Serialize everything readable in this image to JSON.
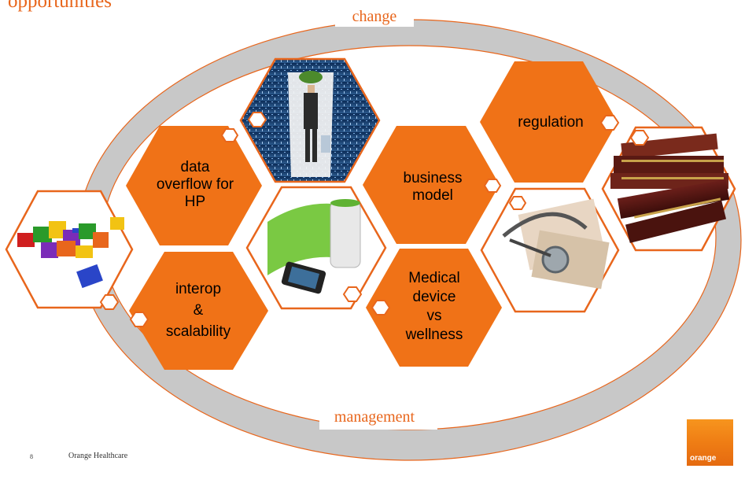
{
  "slide": {
    "title_fragment": "opportunities",
    "ring_top_label": "change",
    "ring_bottom_label": "management",
    "footer_number": "8",
    "footer_text": "Orange Healthcare",
    "logo_text": "orange",
    "accent_color": "#f07217",
    "ring_color": "#c8c8c8",
    "ring_outline_color": "#e8661c"
  },
  "hexagons": {
    "data_overflow": "data\noverflow  for\nHP",
    "interop": "interop\n&\nscalability",
    "business_model": "business\nmodel",
    "medical_device": "Medical\ndevice\nvs\nwellness",
    "regulation": "regulation"
  },
  "images": {
    "puzzle": "puzzle-pieces-image",
    "man_curtain": "man-binary-curtain-image",
    "phone_device": "phone-medical-device-image",
    "stethoscope": "stethoscope-money-image",
    "books": "regulation-books-image"
  }
}
